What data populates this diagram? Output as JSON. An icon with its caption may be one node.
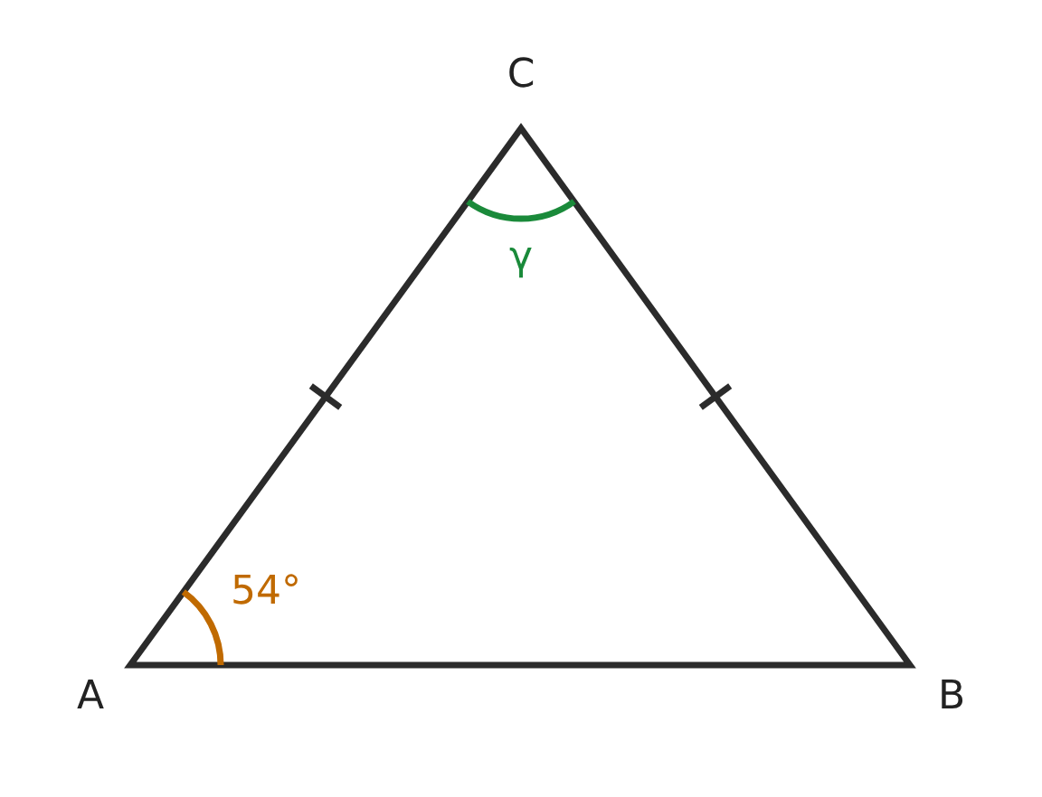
{
  "diagram": {
    "labels": [
      "C",
      "γ",
      "54°",
      "A",
      "B"
    ]
  }
}
